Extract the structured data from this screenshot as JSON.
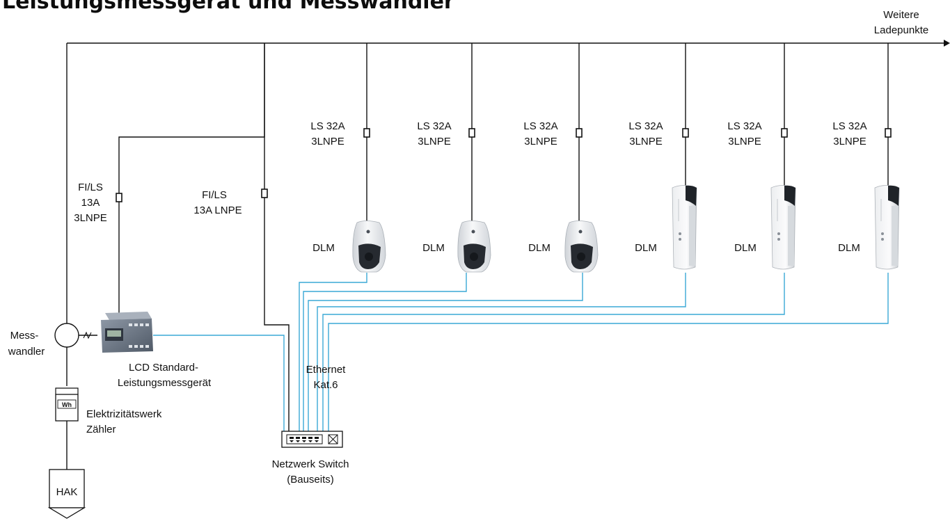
{
  "title": "Leistungsmessgerät und Messwandler",
  "further_points": {
    "line1": "Weitere",
    "line2": "Ladepunkte"
  },
  "branch_fuse": {
    "line1": "LS 32A",
    "line2": "3LNPE"
  },
  "charger_label": "DLM",
  "fi_meter": {
    "line1": "FI/LS",
    "line2": "13A",
    "line3": "3LNPE"
  },
  "fi_switch": {
    "line1": "FI/LS",
    "line2": "13A LNPE"
  },
  "current_transformer": {
    "line1": "Mess-",
    "line2": "wandler"
  },
  "power_meter": {
    "line1": "LCD Standard-",
    "line2": "Leistungsmessgerät"
  },
  "utility_meter": {
    "symbol": "Wh",
    "line1": "Elektrizitätswerk",
    "line2": "Zähler"
  },
  "ethernet": {
    "line1": "Ethernet",
    "line2": "Kat.6"
  },
  "switch": {
    "line1": "Netzwerk Switch",
    "line2": "(Bauseits)"
  },
  "hak_label": "HAK",
  "colors": {
    "wire": "#111111",
    "ethernet": "#3aa9d6",
    "title": "#0d0d0d"
  }
}
